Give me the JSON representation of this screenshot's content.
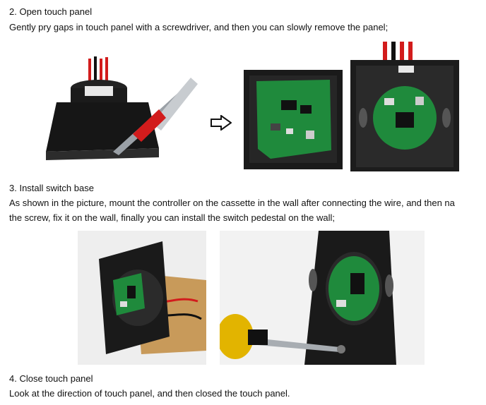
{
  "steps": [
    {
      "heading": "2. Open touch panel",
      "lines": [
        "Gently pry gaps in touch panel with a screwdriver, and then you can slowly remove the panel;"
      ]
    },
    {
      "heading": "3. Install switch base",
      "lines": [
        "As shown in the picture, mount the controller on the cassette in the wall after connecting the wire, and then na",
        "the screw, fix it on the wall, finally you can install the switch pedestal on the wall;"
      ]
    },
    {
      "heading": "4. Close touch panel",
      "lines": [
        "Look at the direction of touch panel, and then closed the touch panel."
      ]
    }
  ],
  "icons": {
    "arrow": "outline-right-arrow-icon"
  },
  "colors": {
    "pcb_green": "#1f8a3c",
    "panel_black": "#1a1a1a",
    "wire_red": "#d21c1c",
    "screwdriver_yellow": "#e2b400"
  }
}
